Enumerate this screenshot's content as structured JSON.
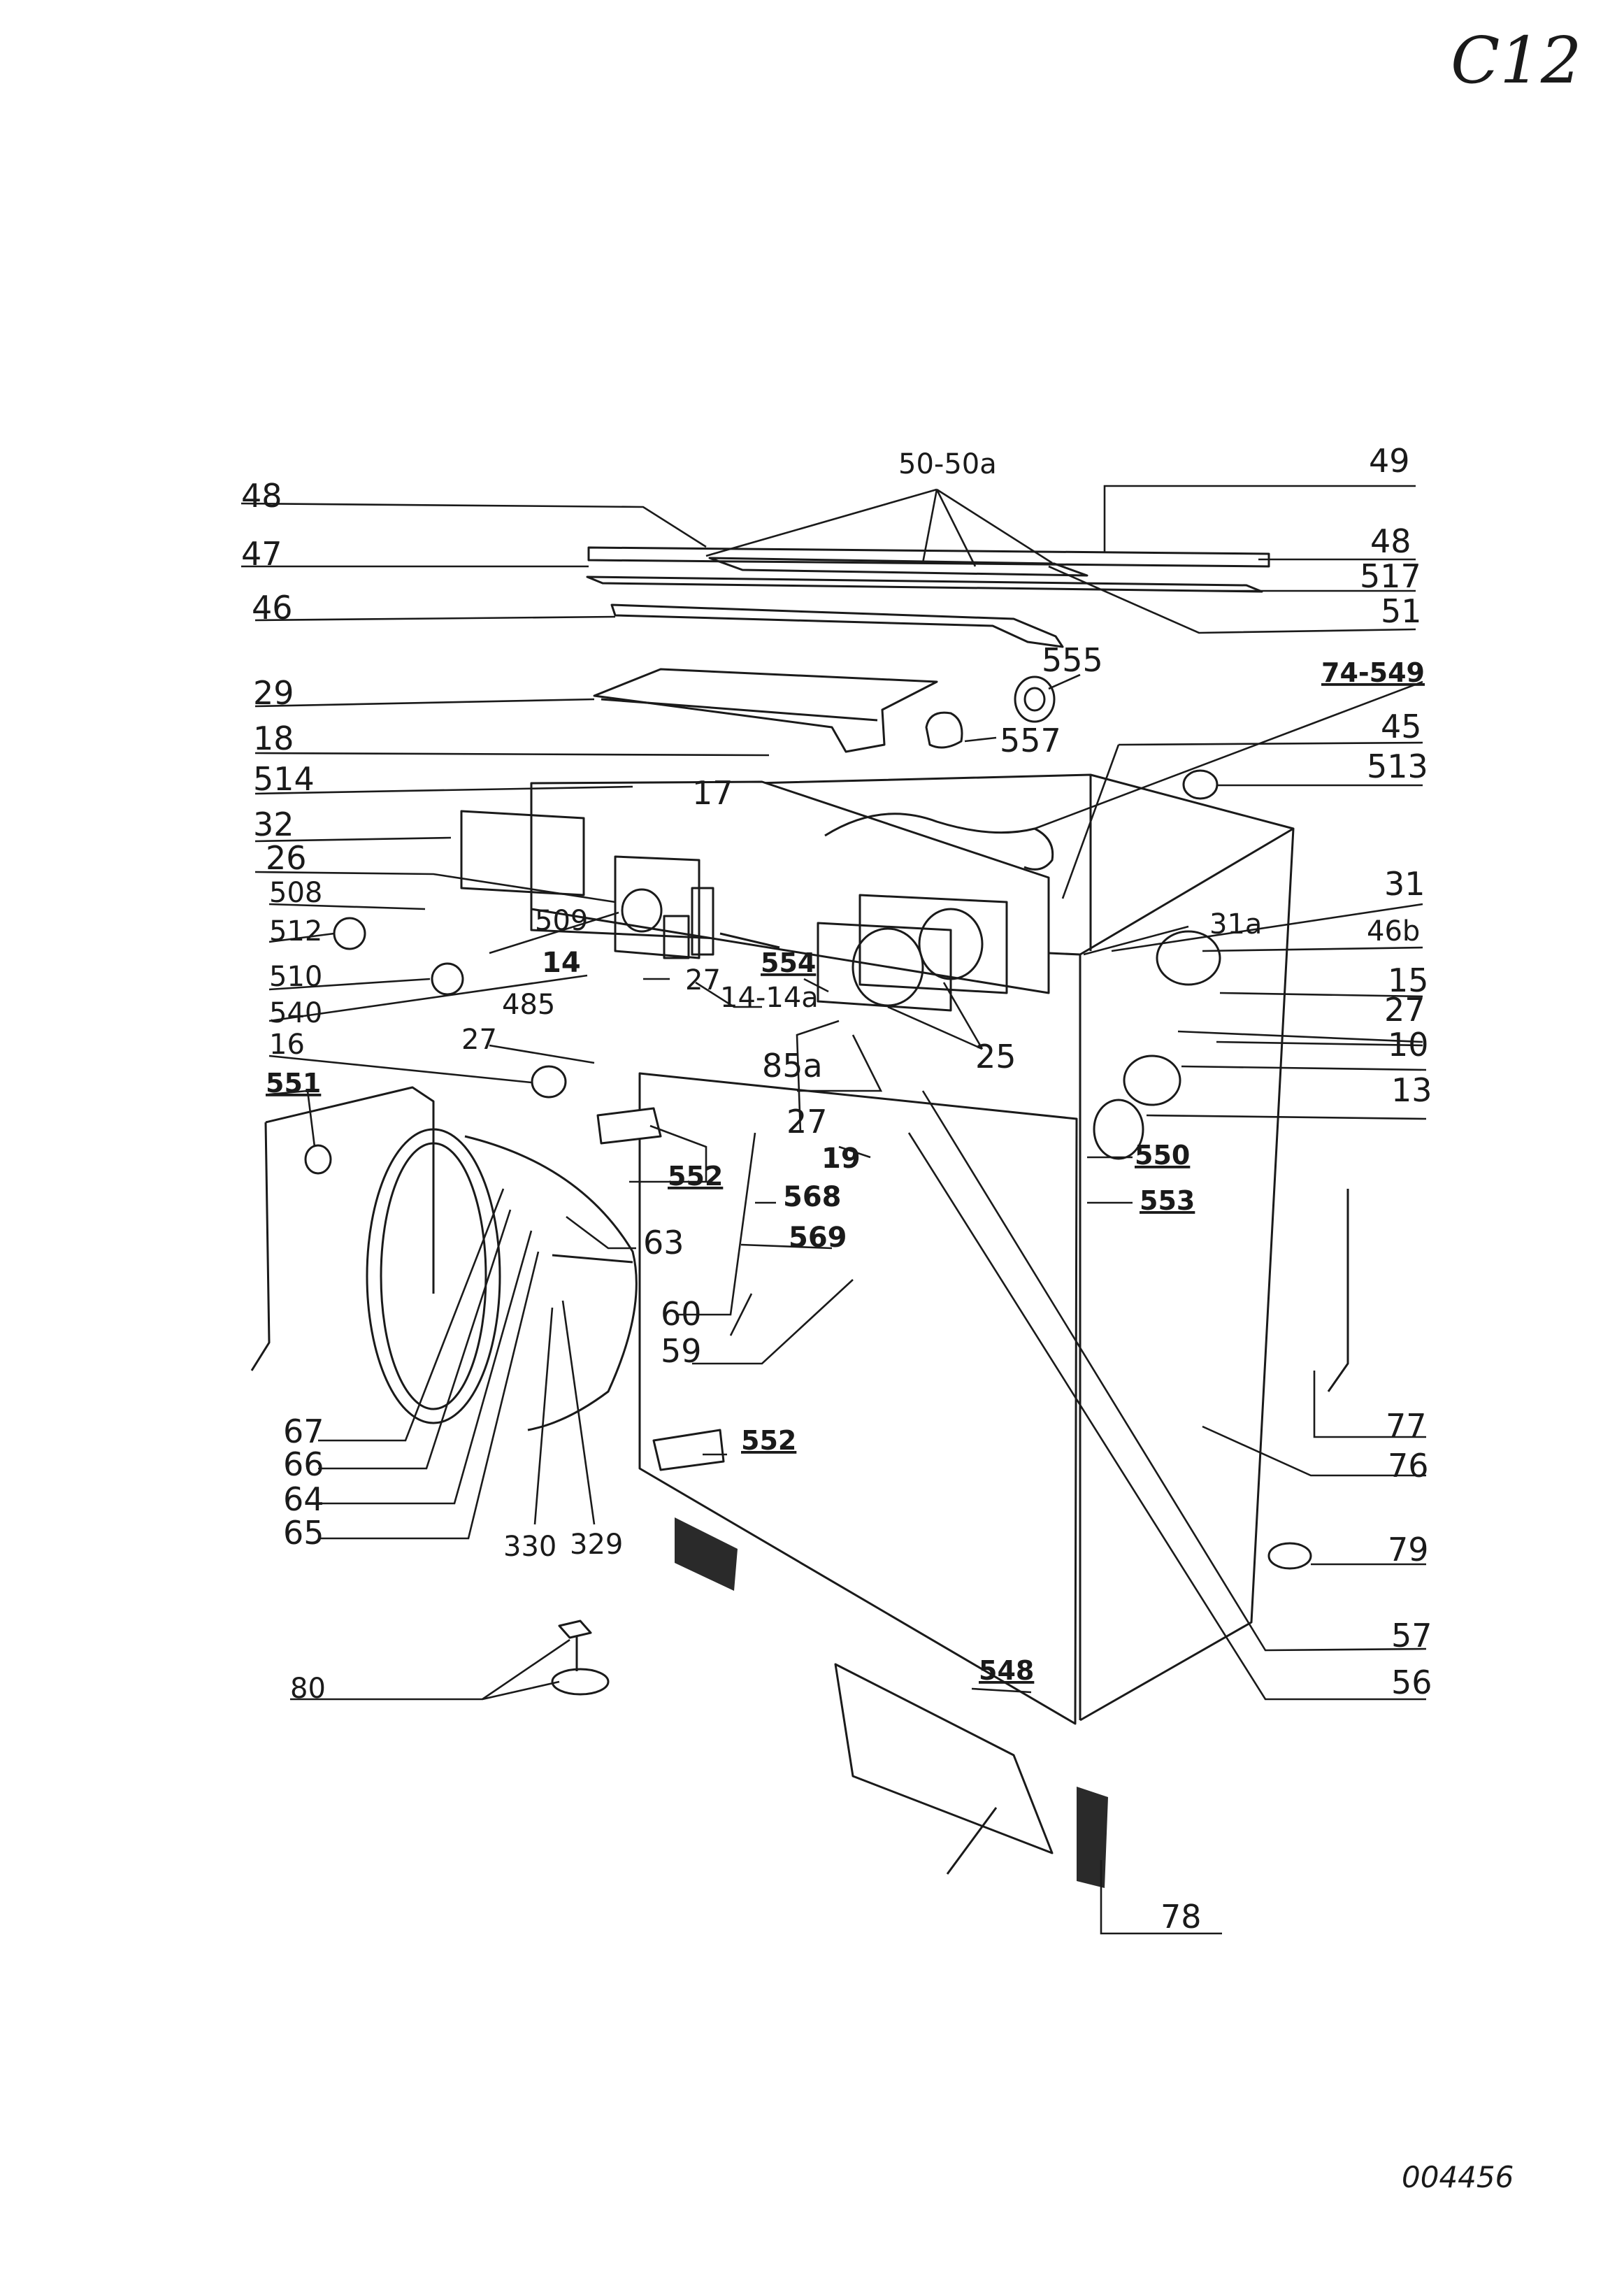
{
  "sheet_code": "C12",
  "catalog_number": "004456",
  "callouts": {
    "c_50_50a": "50-50a",
    "c_49": "49",
    "c_48_left": "48",
    "c_47": "47",
    "c_48_right": "48",
    "c_517": "517",
    "c_46": "46",
    "c_51": "51",
    "c_555": "555",
    "c_29": "29",
    "c_74_549": "74-549",
    "c_557": "557",
    "c_18": "18",
    "c_45": "45",
    "c_514": "514",
    "c_17": "17",
    "c_513": "513",
    "c_32": "32",
    "c_26": "26",
    "c_508": "508",
    "c_31": "31",
    "c_509": "509",
    "c_31a": "31a",
    "c_512": "512",
    "c_14": "14",
    "c_46b": "46b",
    "c_510": "510",
    "c_27_a": "27",
    "c_554": "554",
    "c_15": "15",
    "c_540": "540",
    "c_14_14a": "14-14a",
    "c_27_b": "27",
    "c_485": "485",
    "c_25": "25",
    "c_10": "10",
    "c_16": "16",
    "c_27_c": "27",
    "c_85a": "85a",
    "c_13": "13",
    "c_551": "551",
    "c_27_d": "27",
    "c_550": "550",
    "c_552_a": "552",
    "c_19": "19",
    "c_553": "553",
    "c_568": "568",
    "c_569": "569",
    "c_63": "63",
    "c_60": "60",
    "c_59": "59",
    "c_67": "67",
    "c_77": "77",
    "c_66": "66",
    "c_76": "76",
    "c_552_b": "552",
    "c_64": "64",
    "c_65": "65",
    "c_330": "330",
    "c_329": "329",
    "c_79": "79",
    "c_57": "57",
    "c_548": "548",
    "c_56": "56",
    "c_80": "80",
    "c_78": "78"
  }
}
